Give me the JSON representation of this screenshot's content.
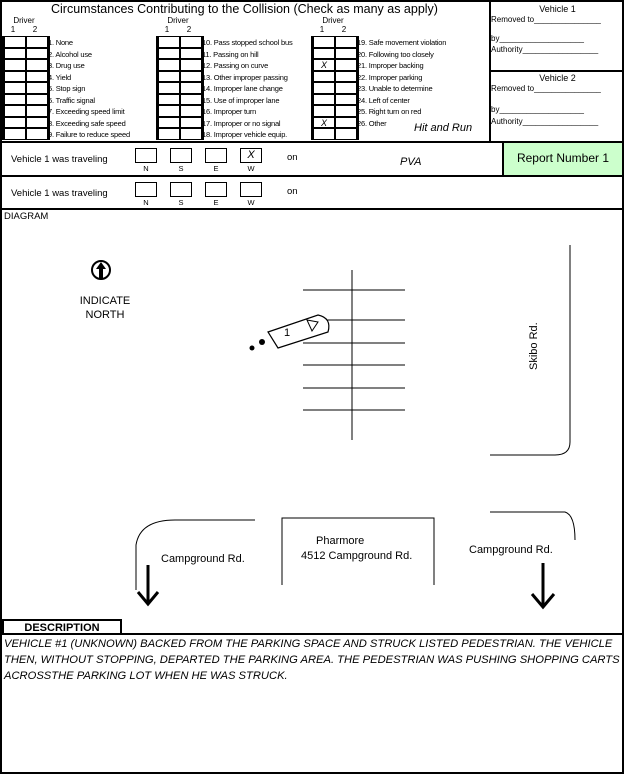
{
  "form_title": "Circumstances Contributing to the Collision (Check as many as apply)",
  "driver_header": {
    "label": "Driver",
    "col1": "1",
    "col2": "2"
  },
  "circumstances": [
    {
      "label": "1. None",
      "d1": "",
      "d2": ""
    },
    {
      "label": "2. Alcohol use",
      "d1": "",
      "d2": ""
    },
    {
      "label": "3. Drug use",
      "d1": "",
      "d2": ""
    },
    {
      "label": "4. Yield",
      "d1": "",
      "d2": ""
    },
    {
      "label": "5. Stop sign",
      "d1": "",
      "d2": ""
    },
    {
      "label": "6. Traffic signal",
      "d1": "",
      "d2": ""
    },
    {
      "label": "7. Exceeding speed limit",
      "d1": "",
      "d2": ""
    },
    {
      "label": "8. Exceeding safe speed",
      "d1": "",
      "d2": ""
    },
    {
      "label": "9. Failure to reduce speed",
      "d1": "",
      "d2": ""
    },
    {
      "label": "10. Pass stopped school bus",
      "d1": "",
      "d2": ""
    },
    {
      "label": "11. Passing on hill",
      "d1": "",
      "d2": ""
    },
    {
      "label": "12. Passing on curve",
      "d1": "",
      "d2": ""
    },
    {
      "label": "13. Other improper passing",
      "d1": "",
      "d2": ""
    },
    {
      "label": "14. Improper lane change",
      "d1": "",
      "d2": ""
    },
    {
      "label": "15. Use of improper lane",
      "d1": "",
      "d2": ""
    },
    {
      "label": "16. Improper turn",
      "d1": "",
      "d2": ""
    },
    {
      "label": "17. Improper or no signal",
      "d1": "",
      "d2": ""
    },
    {
      "label": "18. Improper vehicle equip.",
      "d1": "",
      "d2": ""
    },
    {
      "label": "19. Safe movement violation",
      "d1": "",
      "d2": ""
    },
    {
      "label": "20. Following too closely",
      "d1": "",
      "d2": ""
    },
    {
      "label": "21. Improper backing",
      "d1": "X",
      "d2": ""
    },
    {
      "label": "22. Improper parking",
      "d1": "",
      "d2": ""
    },
    {
      "label": "23. Unable to determine",
      "d1": "",
      "d2": ""
    },
    {
      "label": "24. Left of center",
      "d1": "",
      "d2": ""
    },
    {
      "label": "25. Right turn on red",
      "d1": "",
      "d2": ""
    },
    {
      "label": "26. Other",
      "d1": "X",
      "d2": ""
    },
    {
      "label": "",
      "d1": "",
      "d2": ""
    }
  ],
  "other_note": "Hit and Run",
  "vehicle1": {
    "title": "Vehicle 1",
    "removed_to": "Removed to_______________",
    "by": "by___________________",
    "authority": "Authority_________________"
  },
  "vehicle2": {
    "title": "Vehicle 2",
    "removed_to": "Removed to_______________",
    "by": "by___________________",
    "authority": "Authority_________________"
  },
  "travel": [
    {
      "label": "Vehicle 1 was traveling",
      "dirs": [
        {
          "l": "N",
          "v": ""
        },
        {
          "l": "S",
          "v": ""
        },
        {
          "l": "E",
          "v": ""
        },
        {
          "l": "W",
          "v": "X"
        }
      ],
      "on": "on",
      "road": "PVA"
    },
    {
      "label": "Vehicle 1 was traveling",
      "dirs": [
        {
          "l": "N",
          "v": ""
        },
        {
          "l": "S",
          "v": ""
        },
        {
          "l": "E",
          "v": ""
        },
        {
          "l": "W",
          "v": ""
        }
      ],
      "on": "on",
      "road": ""
    }
  ],
  "report_number": "Report Number 1",
  "report_color": "#ccffcc",
  "diagram": {
    "title": "DIAGRAM",
    "north_1": "INDICATE",
    "north_2": "NORTH",
    "car_label": "1",
    "skibo": "Skibo Rd.",
    "camp_left": "Campground Rd.",
    "camp_right": "Campground Rd.",
    "building_1": "Pharmore",
    "building_2": "4512 Campground Rd."
  },
  "description": {
    "title": "DESCRIPTION",
    "text": "Vehicle #1 (unknown) backed from the parking space and struck listed pedestrian.  The vehicle then, without stopping, departed the parking area.  The pedestrian was pushing shopping carts acrossthe parking lot when he was struck."
  }
}
